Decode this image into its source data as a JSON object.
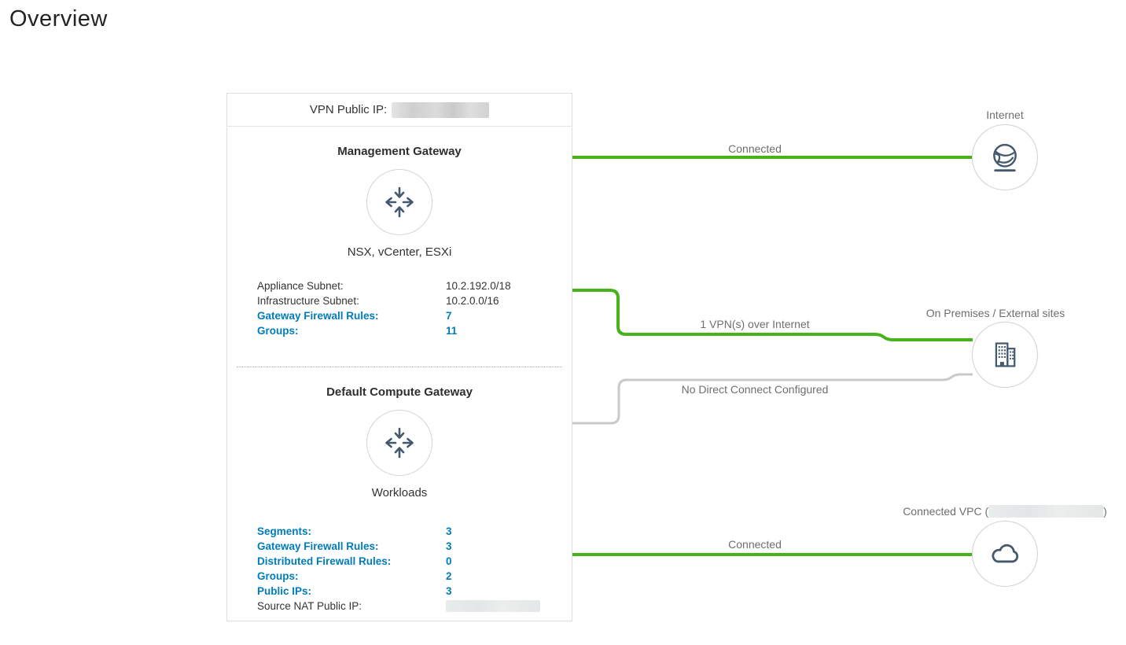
{
  "page": {
    "title": "Overview"
  },
  "card": {
    "header": {
      "label": "VPN Public IP:",
      "value_redacted": true
    },
    "management_gateway": {
      "title": "Management Gateway",
      "subtitle": "NSX, vCenter, ESXi",
      "icon": "gateway-arrows-icon",
      "stats": [
        {
          "label": "Appliance Subnet:",
          "value": "10.2.192.0/18",
          "link": false
        },
        {
          "label": "Infrastructure Subnet:",
          "value": "10.2.0.0/16",
          "link": false
        },
        {
          "label": "Gateway Firewall Rules:",
          "value": "7",
          "link": true
        },
        {
          "label": "Groups:",
          "value": "11",
          "link": true
        }
      ]
    },
    "compute_gateway": {
      "title": "Default Compute Gateway",
      "subtitle": "Workloads",
      "icon": "gateway-arrows-icon",
      "stats": [
        {
          "label": "Segments:",
          "value": "3",
          "link": true
        },
        {
          "label": "Gateway Firewall Rules:",
          "value": "3",
          "link": true
        },
        {
          "label": "Distributed Firewall Rules:",
          "value": "0",
          "link": true
        },
        {
          "label": "Groups:",
          "value": "2",
          "link": true
        },
        {
          "label": "Public IPs:",
          "value": "3",
          "link": true
        },
        {
          "label": "Source NAT Public IP:",
          "value_redacted": true,
          "link": false
        }
      ]
    }
  },
  "connections": {
    "internet": {
      "label": "Connected",
      "color": "#47b21c"
    },
    "vpn": {
      "label": "1 VPN(s) over Internet",
      "color": "#47b21c"
    },
    "direct_connect": {
      "label": "No Direct Connect Configured",
      "color": "#c9c9c9"
    },
    "vpc": {
      "label": "Connected",
      "color": "#47b21c"
    }
  },
  "nodes": {
    "internet": {
      "label": "Internet",
      "icon": "globe-icon"
    },
    "on_premises": {
      "label": "On Premises / External sites",
      "icon": "building-icon"
    },
    "connected_vpc": {
      "label_prefix": "Connected VPC (",
      "label_suffix": ")",
      "value_redacted": true,
      "icon": "cloud-icon"
    }
  },
  "colors": {
    "link_blue": "#007cbb",
    "connected_green": "#47b21c",
    "not_configured_gray": "#c9c9c9",
    "icon_slate": "#44596e"
  }
}
